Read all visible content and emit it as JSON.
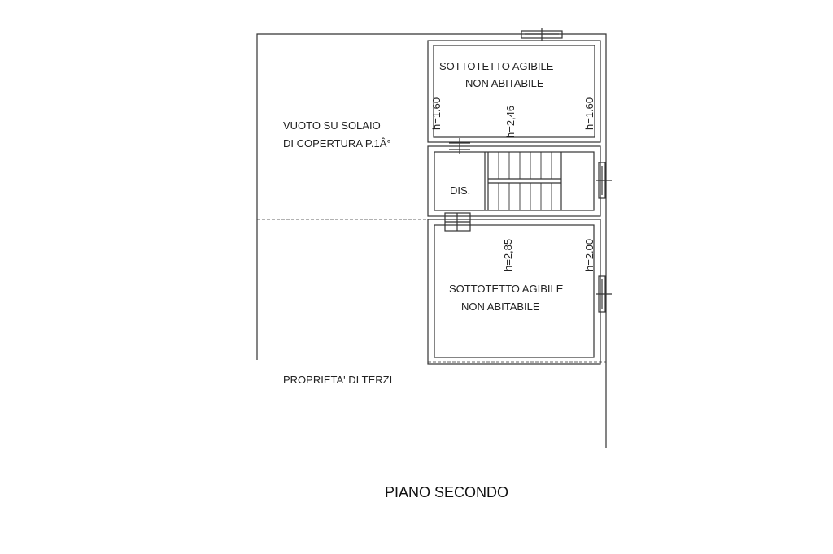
{
  "plan": {
    "title": "PIANO SECONDO",
    "rooms": {
      "upper_line1": "SOTTOTETTO AGIBILE",
      "upper_line2": "NON ABITABILE",
      "lower_line1": "SOTTOTETTO AGIBILE",
      "lower_line2": "NON ABITABILE",
      "landing": "DIS."
    },
    "void": {
      "line1": "VUOTO SU SOLAIO",
      "line2": "DI COPERTURA P.1Â°"
    },
    "third_party": "PROPRIETA' DI TERZI",
    "heights": {
      "upper_left": "h=1.60",
      "upper_mid": "h=2,46",
      "upper_right": "h=1.60",
      "lower_mid": "h=2,85",
      "lower_right": "h=2.00"
    }
  }
}
